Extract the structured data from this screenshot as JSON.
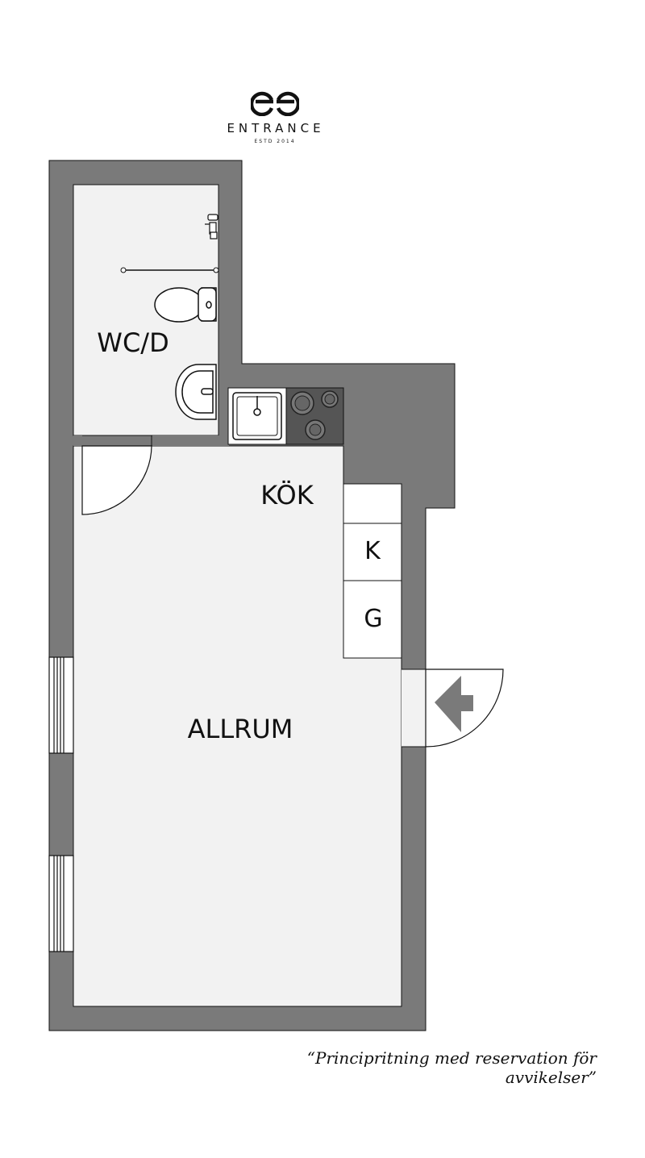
{
  "brand": {
    "name": "ENTRANCE",
    "estd": "ESTD 2014",
    "logo_icon": "entrance-monogram-icon"
  },
  "rooms": {
    "wc": "WC/D",
    "kitchen": "KÖK",
    "living": "ALLRUM"
  },
  "appliances": {
    "fridge": "K",
    "freezer": "G"
  },
  "entrance_icon": "arrow-left-icon",
  "disclaimer": "“Principritning med reservation för avvikelser”",
  "colors": {
    "wall": "#7a7a7a",
    "floor": "#f2f2f2",
    "outline": "#111111",
    "stove": "#555555"
  }
}
